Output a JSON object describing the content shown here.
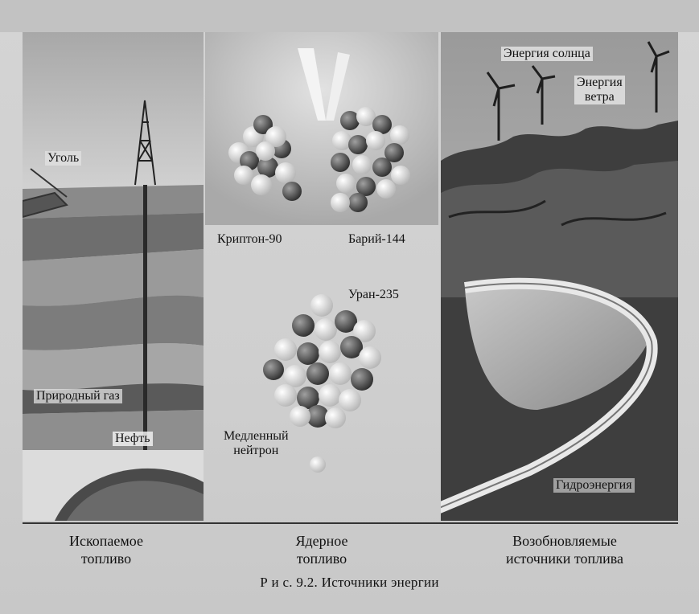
{
  "figure": {
    "panels": {
      "fossil": {
        "labels": {
          "coal": "Уголь",
          "natural_gas": "Природный газ",
          "oil": "Нефть"
        },
        "caption_line1": "Ископаемое",
        "caption_line2": "топливо"
      },
      "nuclear": {
        "labels": {
          "krypton": "Криптон-90",
          "barium": "Барий-144",
          "uranium": "Уран-235",
          "neutron_line1": "Медленный",
          "neutron_line2": "нейтрон"
        },
        "caption_line1": "Ядерное",
        "caption_line2": "топливо"
      },
      "renewable": {
        "labels": {
          "sun": "Энергия солнца",
          "wind_line1": "Энергия",
          "wind_line2": "ветра",
          "hydro": "Гидроэнергия"
        },
        "caption_line1": "Возобновляемые",
        "caption_line2": "источники топлива"
      }
    },
    "caption": "Р и с.  9.2.  Источники  энергии"
  }
}
